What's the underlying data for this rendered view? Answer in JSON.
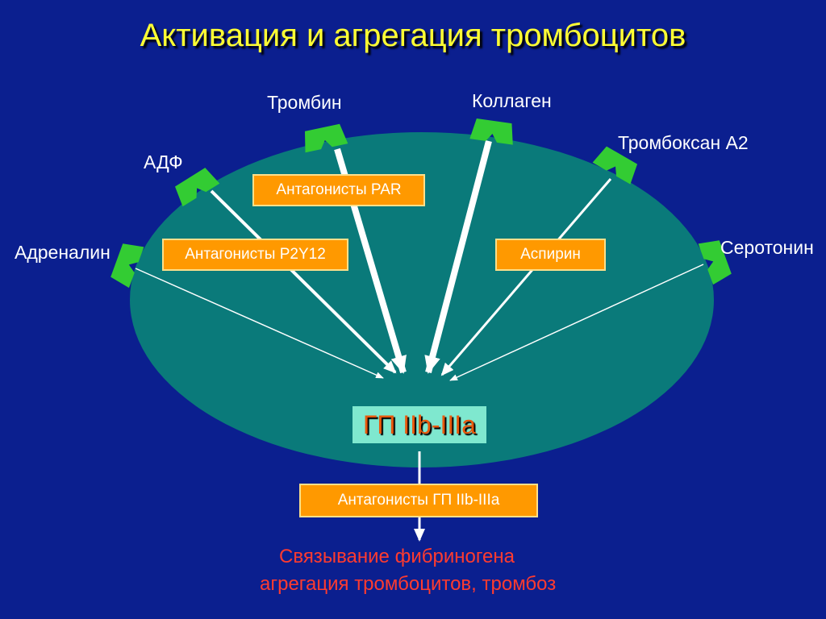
{
  "title": "Активация  и агрегация тромбоцитов",
  "agonists": {
    "adrenaline": "Адреналин",
    "adp": "АДФ",
    "thrombin": "Тромбин",
    "collagen": "Коллаген",
    "thromboxane": "Тромбоксан А2",
    "serotonin": "Серотонин"
  },
  "inhibitors": {
    "par": "Антагонисты  PAR",
    "p2y12": "Антагонисты P2Y12",
    "aspirin": "Аспирин",
    "gp_antagonists": "Антагонисты ГП IIb-IIIa"
  },
  "receptor_label": "ГП IIb-IIIa",
  "result": {
    "line1": "Связывание фибриногена",
    "line2": "агрегация тромбоцитов, тромбоз"
  },
  "colors": {
    "background": "#0b1f8f",
    "cell": "#0a7a7a",
    "receptor": "#33cc33",
    "inhibitor_box": "#ff9900",
    "title": "#ffff33",
    "result": "#ff3b2f"
  }
}
